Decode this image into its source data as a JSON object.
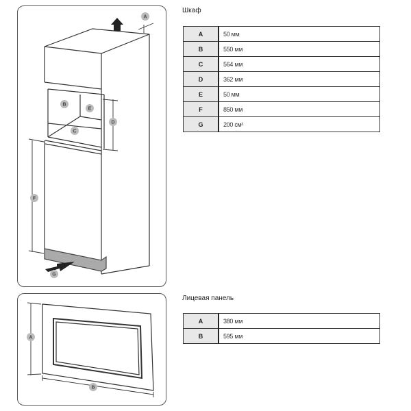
{
  "cabinet": {
    "title": "Шкаф",
    "labels": [
      "A",
      "B",
      "C",
      "D",
      "E",
      "F",
      "G"
    ],
    "rows": [
      {
        "key": "A",
        "value": "50 мм"
      },
      {
        "key": "B",
        "value": "550 мм"
      },
      {
        "key": "C",
        "value": "564 мм"
      },
      {
        "key": "D",
        "value": "362 мм"
      },
      {
        "key": "E",
        "value": "50 мм"
      },
      {
        "key": "F",
        "value": "850 мм"
      },
      {
        "key": "G",
        "value": "200 см²"
      }
    ]
  },
  "front_panel": {
    "title": "Лицевая панель",
    "labels": [
      "A",
      "B"
    ],
    "rows": [
      {
        "key": "A",
        "value": "380 мм"
      },
      {
        "key": "B",
        "value": "595 мм"
      }
    ]
  }
}
